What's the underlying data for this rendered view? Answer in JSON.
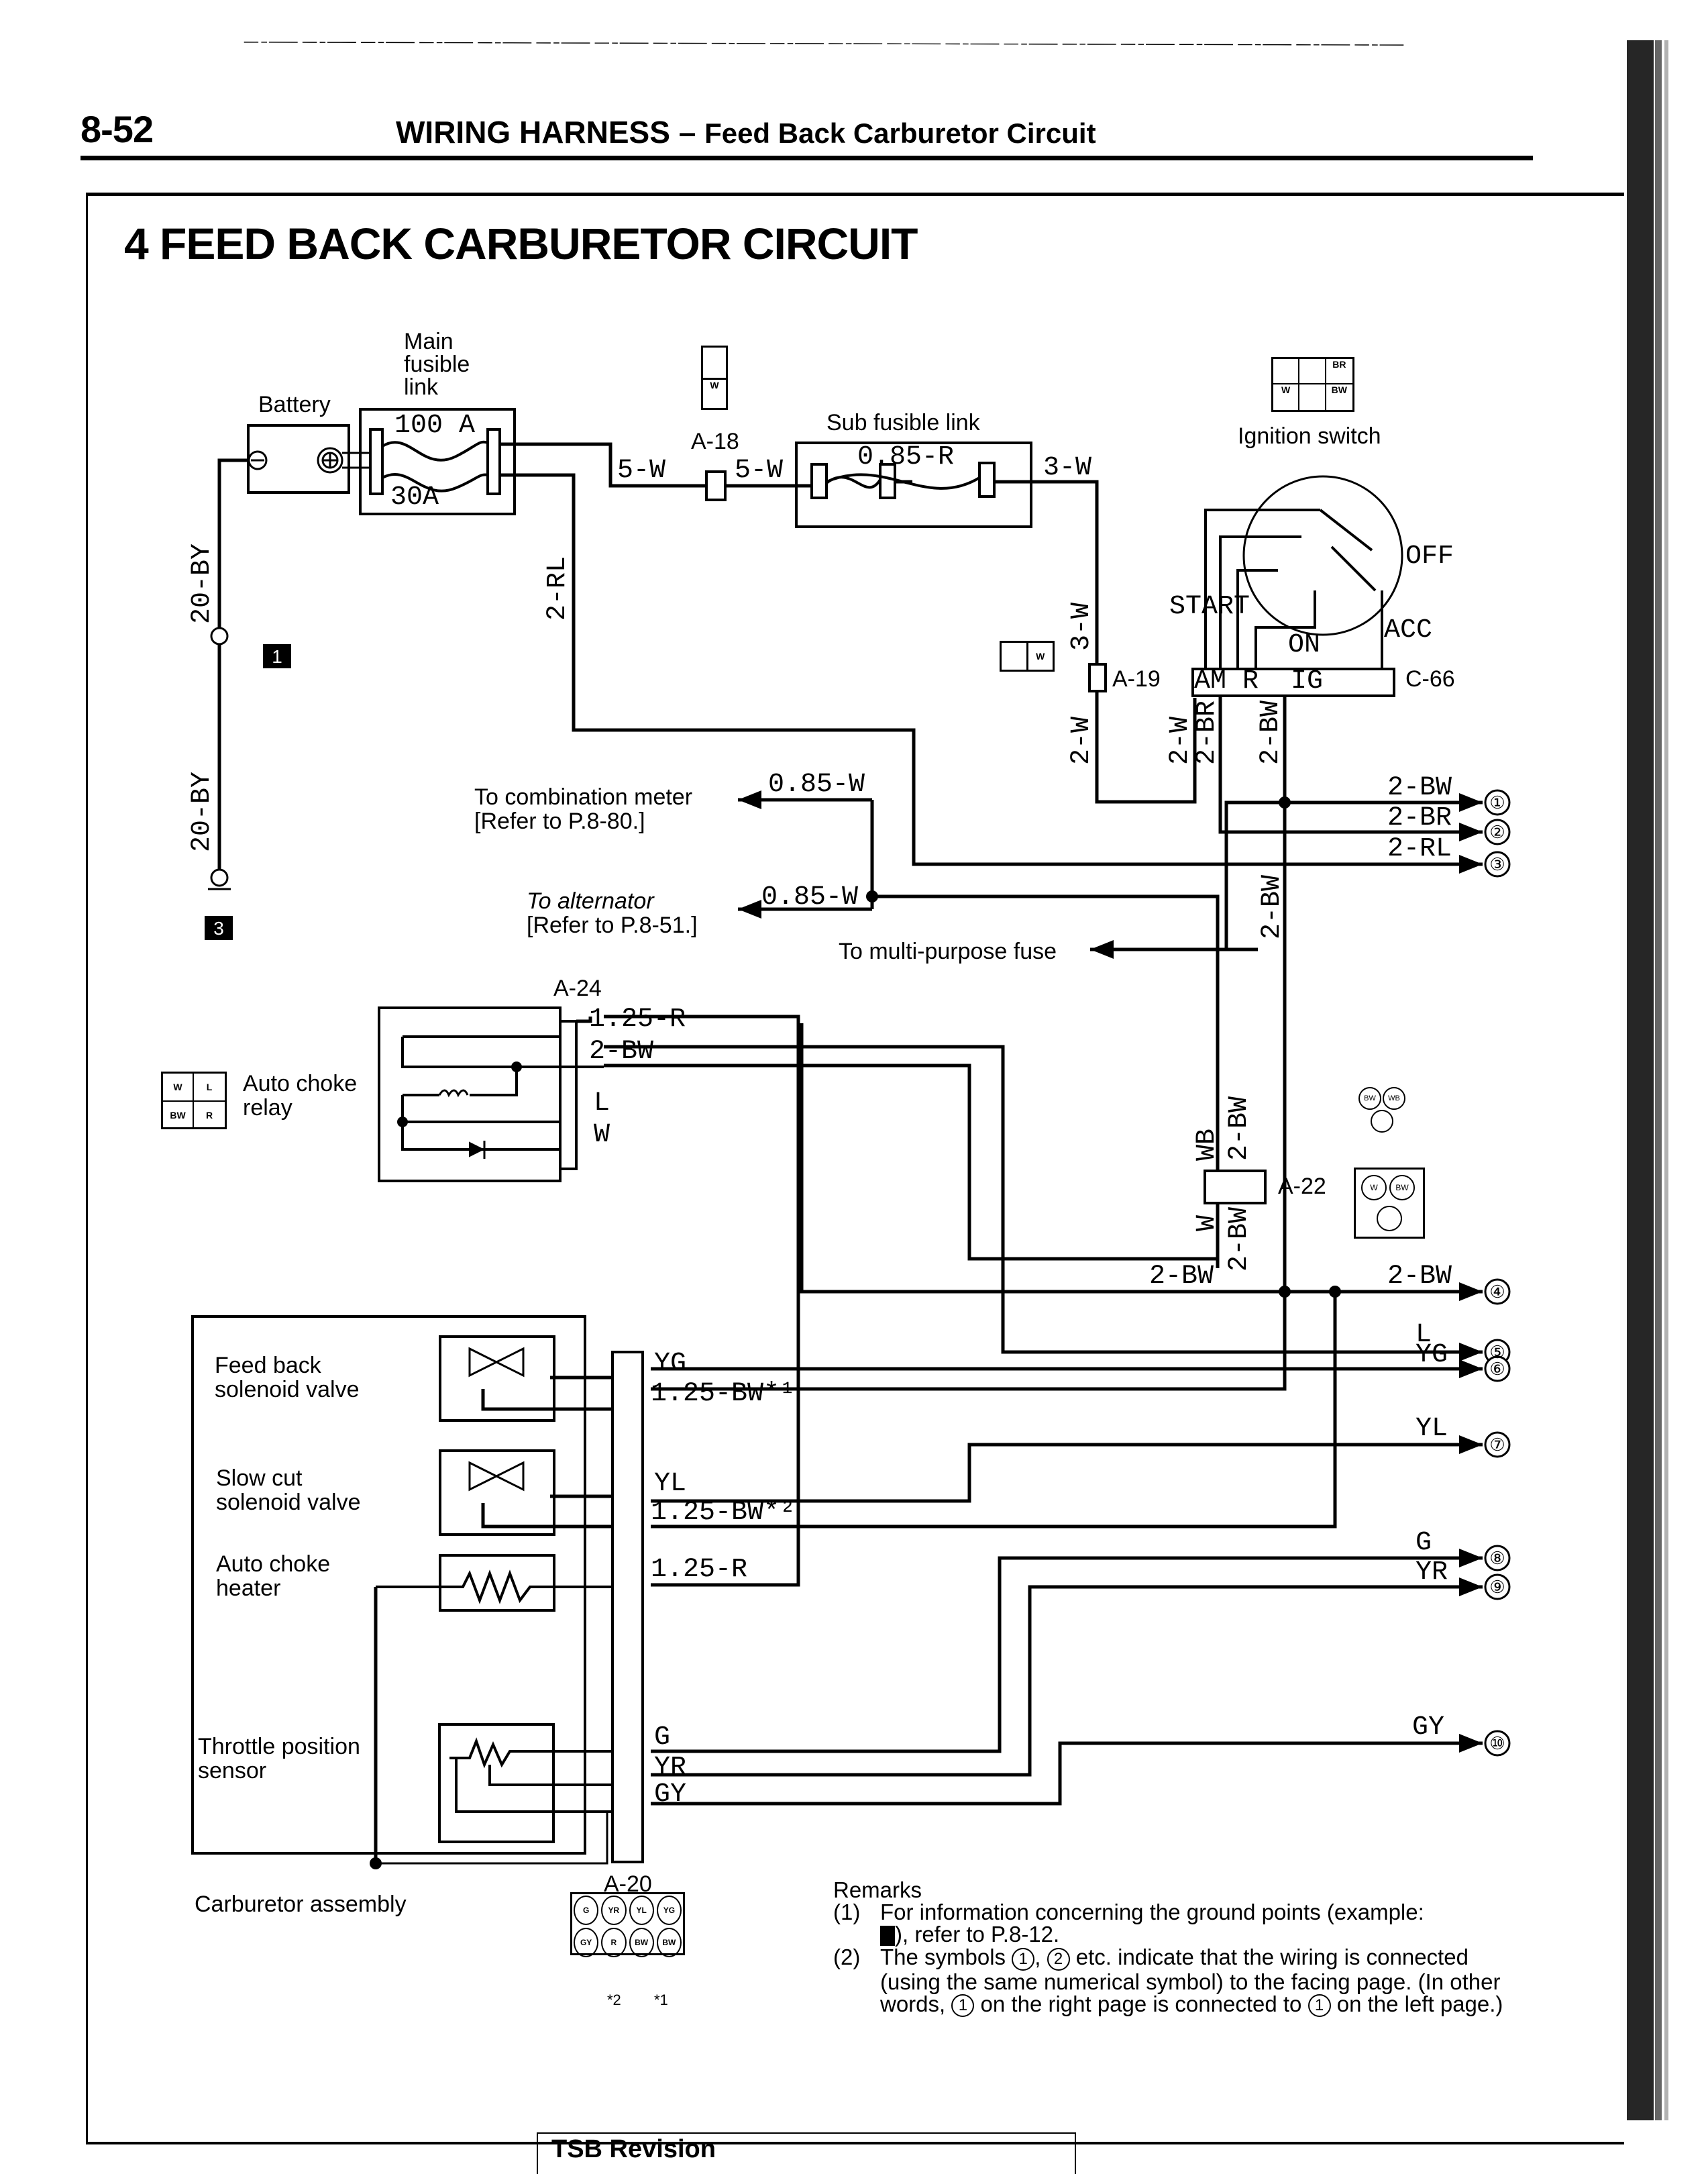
{
  "header": {
    "page_number": "8-52",
    "section": "WIRING HARNESS",
    "separator": "–",
    "subtitle": "Feed Back Carburetor Circuit"
  },
  "title": "4 FEED BACK CARBURETOR CIRCUIT",
  "components": {
    "battery": "Battery",
    "main_fusible_link": [
      "Main",
      "fusible",
      "link"
    ],
    "main_fuse_100": "100 A",
    "main_fuse_30": "30A",
    "sub_fusible_link": "Sub fusible link",
    "sub_fuse_rating": "0.85-R",
    "ignition_switch": "Ignition switch",
    "ignition_positions": {
      "start": "START",
      "on": "ON",
      "acc": "ACC",
      "off": "OFF"
    },
    "ignition_terminals": "AM R  IG",
    "auto_choke_relay": [
      "Auto choke",
      "relay"
    ],
    "feedback_solenoid": [
      "Feed back",
      "solenoid valve"
    ],
    "slowcut_solenoid": [
      "Slow cut",
      "solenoid valve"
    ],
    "auto_choke_heater": [
      "Auto choke",
      "heater"
    ],
    "throttle_position_sensor": [
      "Throttle position",
      "sensor"
    ],
    "carburetor_assembly": "Carburetor assembly"
  },
  "connectors": {
    "a18": "A-18",
    "a19": "A-19",
    "a20": "A-20",
    "a22": "A-22",
    "a24": "A-24",
    "c66": "C-66",
    "a18_pin": "W",
    "a19_pin": "W",
    "ign_pins": [
      "BR",
      "W",
      "BW"
    ],
    "a22_top_pins": [
      "BW",
      "WB"
    ],
    "a22_bottom_pins": [
      "W",
      "BW"
    ],
    "relay_pins": [
      "W",
      "L",
      "BW",
      "R"
    ],
    "a20_pins_top": [
      "G",
      "YR",
      "YL",
      "YG"
    ],
    "a20_pins_bottom": [
      "GY",
      "R",
      "BW",
      "BW"
    ],
    "a20_notes": [
      "*2",
      "*1"
    ]
  },
  "wires": {
    "battery_ground_upper": "20-BY",
    "battery_ground_lower": "20-BY",
    "main_to_a18": "5-W",
    "a18_to_sub": "5-W",
    "sub_out": "3-W",
    "a19_upper": "3-W",
    "a19_lower": "2-W",
    "main_30a_out": "2-RL",
    "ign_am": "2-W",
    "ign_r": "2-BR",
    "ign_ig": "2-BW",
    "to_combination_meter": "0.85-W",
    "to_alternator": "0.85-W",
    "out1": "2-BW",
    "out2": "2-BR",
    "out3": "2-RL",
    "vertical_bw": "2-BW",
    "a22_wb": "WB",
    "a22_bw_top": "2-BW",
    "a22_w": "W",
    "a22_bw_bottom": "2-BW",
    "relay_r": "1.25-R",
    "relay_bw": "2-BW",
    "relay_l": "L",
    "relay_w": "W",
    "bus_bw": "2-BW",
    "out4": "2-BW",
    "out5": "L",
    "out6": "YG",
    "out7": "YL",
    "out8": "G",
    "out9": "YR",
    "out10": "GY",
    "fb_yg": "YG",
    "fb_bw": "1.25-BW*¹",
    "sc_yl": "YL",
    "sc_bw": "1.25-BW*²",
    "heater_r": "1.25-R",
    "tps_g": "G",
    "tps_yr": "YR",
    "tps_gy": "GY"
  },
  "destinations": {
    "combination_meter": [
      "To combination meter",
      "[Refer to P.8-80.]"
    ],
    "alternator": [
      "To alternator",
      "[Refer to P.8-51.]"
    ],
    "multi_purpose_fuse": "To multi-purpose fuse"
  },
  "terminals": [
    "①",
    "②",
    "③",
    "④",
    "⑤",
    "⑥",
    "⑦",
    "⑧",
    "⑨",
    "⑩"
  ],
  "ground_points": [
    "1",
    "3"
  ],
  "remarks": {
    "heading": "Remarks",
    "items": [
      {
        "num": "(1)",
        "text_a": "For information concerning the ground points (example:",
        "text_b": "), refer to P.8-12."
      },
      {
        "num": "(2)",
        "text_a": "The symbols",
        "sym1": "1",
        "sym2": "2",
        "text_b": "etc. indicate that the wiring is connected (using the same numerical symbol) to the facing page. (In other words,",
        "text_c": "on the right page is connected to",
        "text_d": "on the left page.)"
      }
    ]
  },
  "footer": {
    "tsb": "TSB Revision"
  }
}
